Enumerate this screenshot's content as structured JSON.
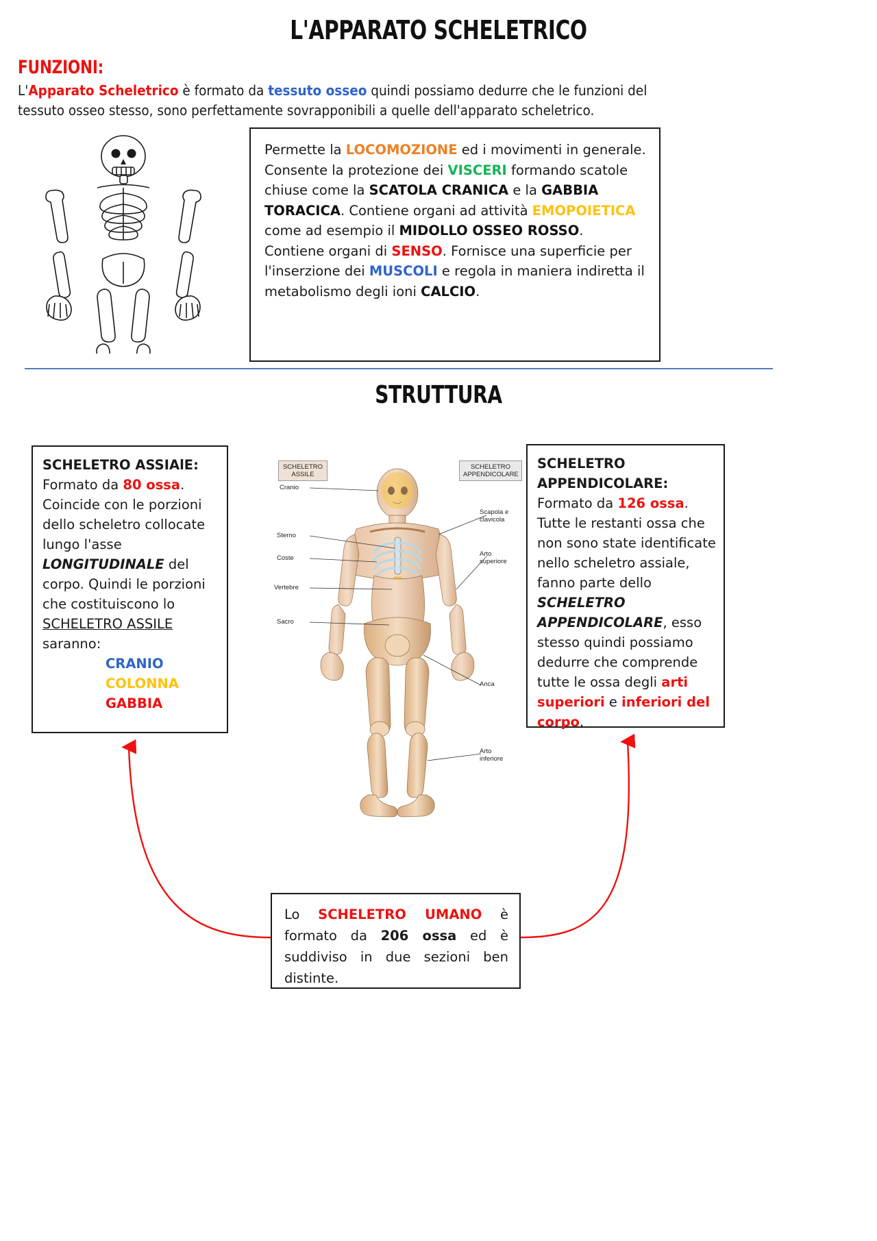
{
  "document": {
    "title": "L'APPARATO SCHELETRICO",
    "section_title": "STRUTTURA",
    "funzioni_heading": "FUNZIONI:"
  },
  "intro": {
    "p1_a": "L'",
    "p1_b": "Apparato Scheletrico",
    "p1_c": " è formato da ",
    "p1_d": "tessuto osseo",
    "p1_e": " quindi possiamo dedurre che le funzioni del tessuto osseo stesso, sono perfettamente sovrapponibili a quelle dell'apparato scheletrico."
  },
  "functions_box": {
    "t1": "Permette la ",
    "locomozione": "LOCOMOZIONE",
    "t2": " ed i movimenti in generale. Consente la protezione dei ",
    "visceri": "VISCERI",
    "t3": " formando scatole chiuse come la ",
    "scatola_cranica": "SCATOLA CRANICA",
    "t4": " e la ",
    "gabbia_toracica": "GABBIA TORACICA",
    "t5": ". Contiene organi ad attività ",
    "emopoietica": "EMOPOIETICA",
    "t6": " come ad esempio il ",
    "midollo": "MIDOLLO OSSEO ROSSO",
    "t7": ". Contiene organi di ",
    "senso": "SENSO",
    "t8": ". Fornisce una superficie per l'inserzione dei ",
    "muscoli": "MUSCOLI",
    "t9": " e regola in maniera indiretta il metabolismo degli ioni ",
    "calcio": "CALCIO",
    "t10": "."
  },
  "assiale_box": {
    "title": "SCHELETRO ASSIAlE:",
    "t1": "Formato da ",
    "ossa": "80 ossa",
    "t2": ". Coincide con le porzioni dello scheletro collocate lungo l'asse ",
    "longitudinale": "LONGITUDINALE",
    "t3": " del corpo. Quindi le porzioni che costituiscono lo ",
    "assile": "SCHELETRO ASSILE",
    "t4": " saranno:",
    "list": [
      "CRANIO",
      "COLONNA",
      "GABBIA"
    ]
  },
  "appendicolare_box": {
    "title": "SCHELETRO APPENDICOLARE:",
    "t1": "Formato da ",
    "ossa": "126 ossa",
    "t2": ". Tutte le restanti ossa che non sono state identificate nello scheletro assiale, fanno parte dello ",
    "sch_app": "SCHELETRO APPENDICOLARE",
    "t3": ", esso stesso quindi possiamo dedurre che comprende tutte le ossa degli ",
    "arti_sup": "arti superiori",
    "t4": " e ",
    "arti_inf": "inferiori del corpo",
    "t5": "."
  },
  "umano_box": {
    "t1": "Lo ",
    "scheletro_umano": "SCHELETRO UMANO",
    "t2": " è formato da ",
    "ossa": "206 ossa",
    "t3": " ed è suddiviso in due sezioni ben distinte."
  },
  "anatomy_figure": {
    "left_box": "SCHELETRO ASSILE",
    "right_box": "SCHELETRO APPENDICOLARE",
    "labels": [
      "Cranio",
      "Sterno",
      "Coste",
      "Vertebre",
      "Sacro",
      "Scapola e clavicola",
      "Arto superiore",
      "Anca",
      "Arto inferiore"
    ]
  },
  "colors": {
    "red": "#ee1111",
    "blue": "#2f64c8",
    "orange": "#ef8023",
    "green": "#16b358",
    "gold": "#ffc20e",
    "divider": "#5577bb",
    "arrow": "#ee1111"
  }
}
